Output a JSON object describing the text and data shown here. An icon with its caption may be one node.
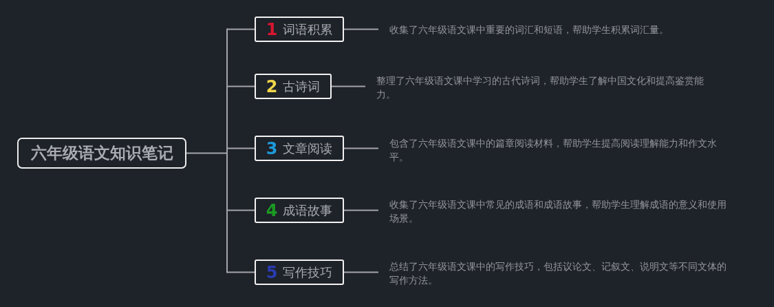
{
  "diagram": {
    "nodes": [
      {
        "text": [
          "六年级语文知识笔记"
        ]
      },
      {
        "text": [
          "1",
          "词语积累"
        ]
      },
      {
        "text": [
          "收集了六年级语文课中重要的词汇和短语，帮助学生积累词汇量。"
        ]
      },
      {
        "text": [
          "2",
          "古诗词"
        ]
      },
      {
        "text": [
          "整理了六年级语文课中学习的古代诗词，帮助学生了解中国文化和提高鉴赏能力。"
        ]
      },
      {
        "text": [
          "3",
          "文章阅读"
        ]
      },
      {
        "text": [
          "包含了六年级语文课中的篇章阅读材料，帮助学生提高阅读理解能力和作文水平。"
        ]
      },
      {
        "text": [
          "4",
          "成语故事"
        ]
      },
      {
        "text": [
          "收集了六年级语文课中常见的成语和成语故事，帮助学生理解成语的意义和使用场景。"
        ]
      },
      {
        "text": [
          "5",
          "写作技巧"
        ]
      },
      {
        "text": [
          "总结了六年级语文课中的写作技巧，包括议论文、记叙文、说明文等不同文体的写作方法。"
        ]
      }
    ],
    "edges": [
      {
        "from": 0,
        "to": 1,
        "arrow": "none"
      },
      {
        "from": 0,
        "to": 3,
        "arrow": "none"
      },
      {
        "from": 0,
        "to": 5,
        "arrow": "none"
      },
      {
        "from": 0,
        "to": 7,
        "arrow": "none"
      },
      {
        "from": 0,
        "to": 9,
        "arrow": "none"
      },
      {
        "from": 1,
        "to": 2,
        "arrow": "none"
      },
      {
        "from": 3,
        "to": 4,
        "arrow": "none"
      },
      {
        "from": 5,
        "to": 6,
        "arrow": "none"
      },
      {
        "from": 7,
        "to": 8,
        "arrow": "none"
      },
      {
        "from": 9,
        "to": 10,
        "arrow": "none"
      }
    ]
  }
}
